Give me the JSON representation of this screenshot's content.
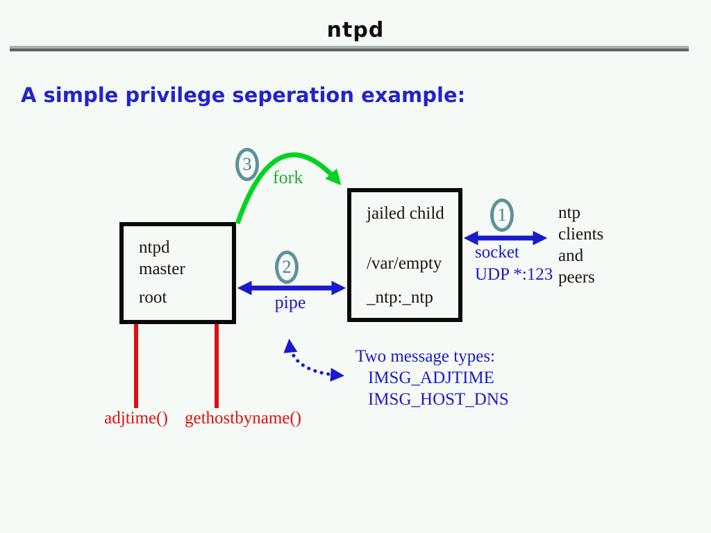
{
  "slide": {
    "title": "ntpd",
    "subtitle": "A simple privilege seperation example:"
  },
  "colors": {
    "background": "#f6faf6",
    "divider_light": "#a9afa9",
    "divider_dark": "#5d635d",
    "blue": "#1a1acc",
    "subtitle_blue": "#2323cc",
    "green": "#00d422",
    "red": "#dd1111",
    "badge_teal": "#5f929b",
    "box_border": "#0a0a0a"
  },
  "diagram": {
    "master_box": {
      "line1": "ntpd",
      "line2": "master",
      "line3": "root"
    },
    "child_box": {
      "line1": "jailed child",
      "line2": "/var/empty",
      "line3": "_ntp:_ntp"
    },
    "badges": {
      "socket": "1",
      "pipe": "2",
      "fork": "3"
    },
    "labels": {
      "fork": "fork",
      "pipe": "pipe",
      "socket_line1": "socket",
      "socket_line2": "UDP *:123",
      "clients_line1": "ntp",
      "clients_line2": "clients",
      "clients_line3": "and",
      "clients_line4": "peers",
      "messages_title": "Two message types:",
      "message1": "IMSG_ADJTIME",
      "message2": "IMSG_HOST_DNS",
      "syscall1": "adjtime()",
      "syscall2": "gethostbyname()"
    }
  }
}
